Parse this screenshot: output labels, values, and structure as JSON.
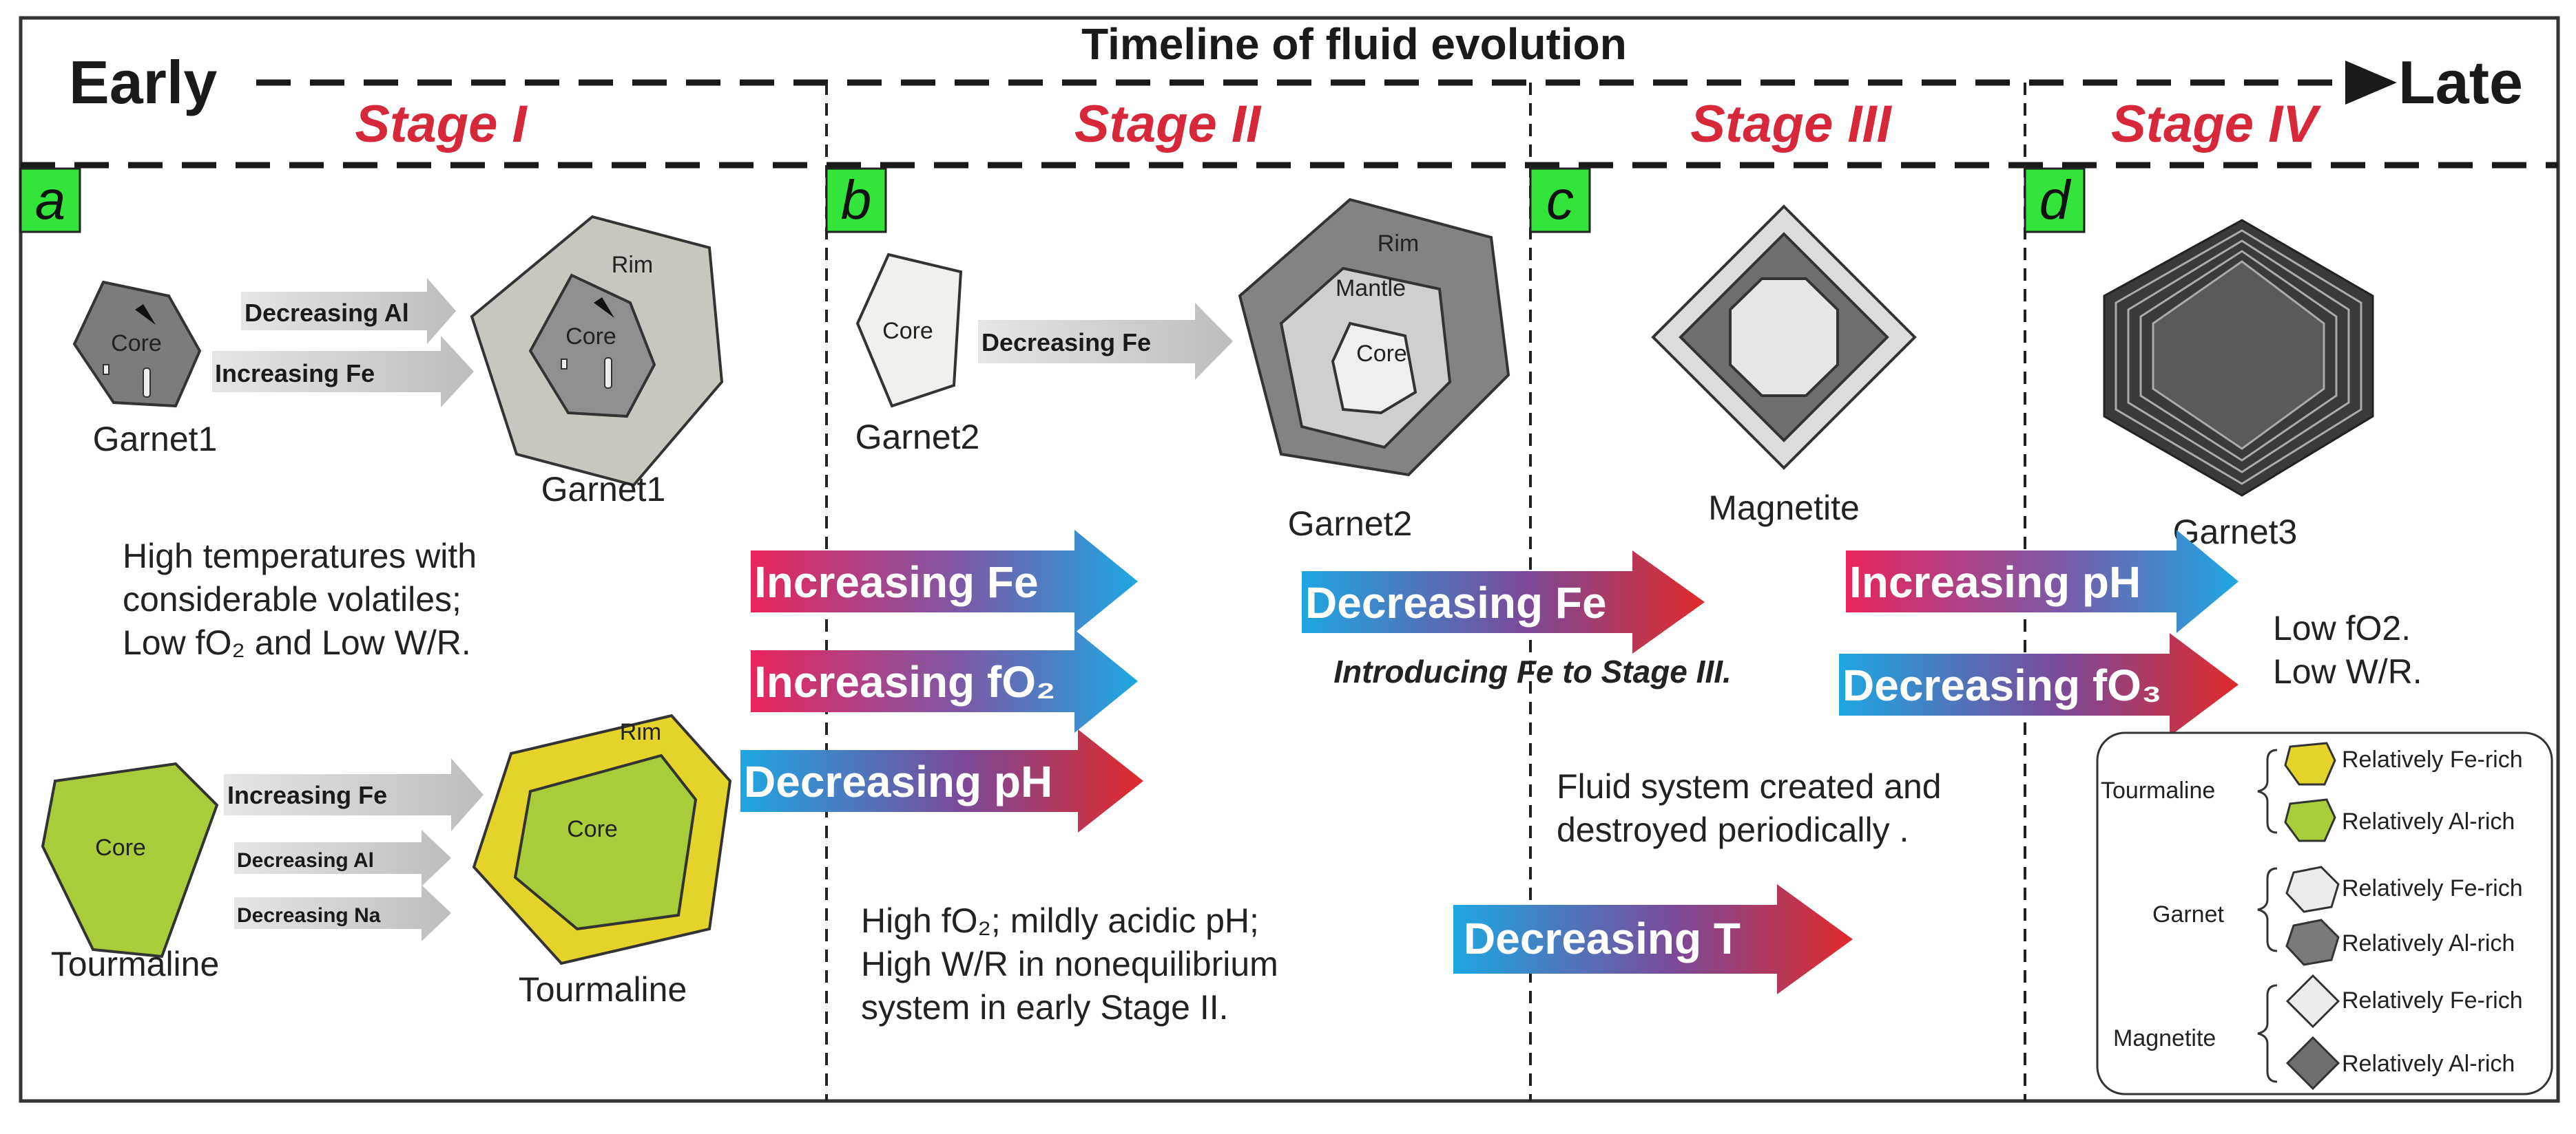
{
  "header": {
    "title": "Timeline of fluid evolution",
    "early": "Early",
    "late": "Late",
    "stages": [
      "Stage I",
      "Stage II",
      "Stage III",
      "Stage IV"
    ],
    "panels": [
      "a",
      "b",
      "c",
      "d"
    ]
  },
  "stage1": {
    "core_small": "Core",
    "garnet_small": "Garnet1",
    "rim_big": "Rim",
    "core_big": "Core",
    "garnet_big": "Garnet1",
    "arrow_al": "Decreasing Al",
    "arrow_fe": "Increasing Fe",
    "note": [
      "High temperatures with",
      "considerable volatiles;",
      "Low fO₂ and Low  W/R."
    ],
    "tour_core_small": "Core",
    "tour_small": "Tourmaline",
    "tour_arrow_fe": "Increasing Fe",
    "tour_arrow_al": "Decreasing Al",
    "tour_arrow_na": "Decreasing Na",
    "tour_rim_big": "Rim",
    "tour_core_big": "Core",
    "tour_big": "Tourmaline"
  },
  "stage2": {
    "core_small": "Core",
    "garnet_small": "Garnet2",
    "arrow_fe": "Decreasing Fe",
    "rim": "Rim",
    "mantle": "Mantle",
    "core_big": "Core",
    "garnet_big": "Garnet2",
    "grad1": "Increasing Fe",
    "grad2": "Increasing fO₂",
    "grad3": "Decreasing pH",
    "note": [
      "High fO₂; mildly acidic pH;",
      "High  W/R in nonequilibrium",
      "system in early Stage II."
    ]
  },
  "stage3": {
    "magnetite": "Magnetite",
    "grad1": "Decreasing Fe",
    "intro": "Introducing Fe to Stage III.",
    "note": [
      "Fluid system created and",
      "destroyed periodically ."
    ],
    "grad2": "Decreasing T"
  },
  "stage4": {
    "garnet": "Garnet3",
    "grad1": "Increasing pH",
    "grad2": "Decreasing fO₃",
    "note": [
      "Low fO2.",
      "Low  W/R."
    ]
  },
  "legend": {
    "tourmaline": "Tourmaline",
    "garnet": "Garnet",
    "magnetite": "Magnetite",
    "fe_rich": "Relatively Fe-rich",
    "al_rich": "Relatively Al-rich",
    "colors": {
      "tour_fe": "#e3d32b",
      "tour_al": "#a8cc3a",
      "garnet_fe": "#ececec",
      "garnet_al": "#7a7a7a",
      "mag_fe": "#ececec",
      "mag_al": "#6e6e6e"
    }
  },
  "colors": {
    "stage_red": "#d62839",
    "panel_green": "#33e53a",
    "grad_pink": "#e8255a",
    "grad_blue": "#1ea7e1",
    "grad_red": "#e02a2a"
  }
}
